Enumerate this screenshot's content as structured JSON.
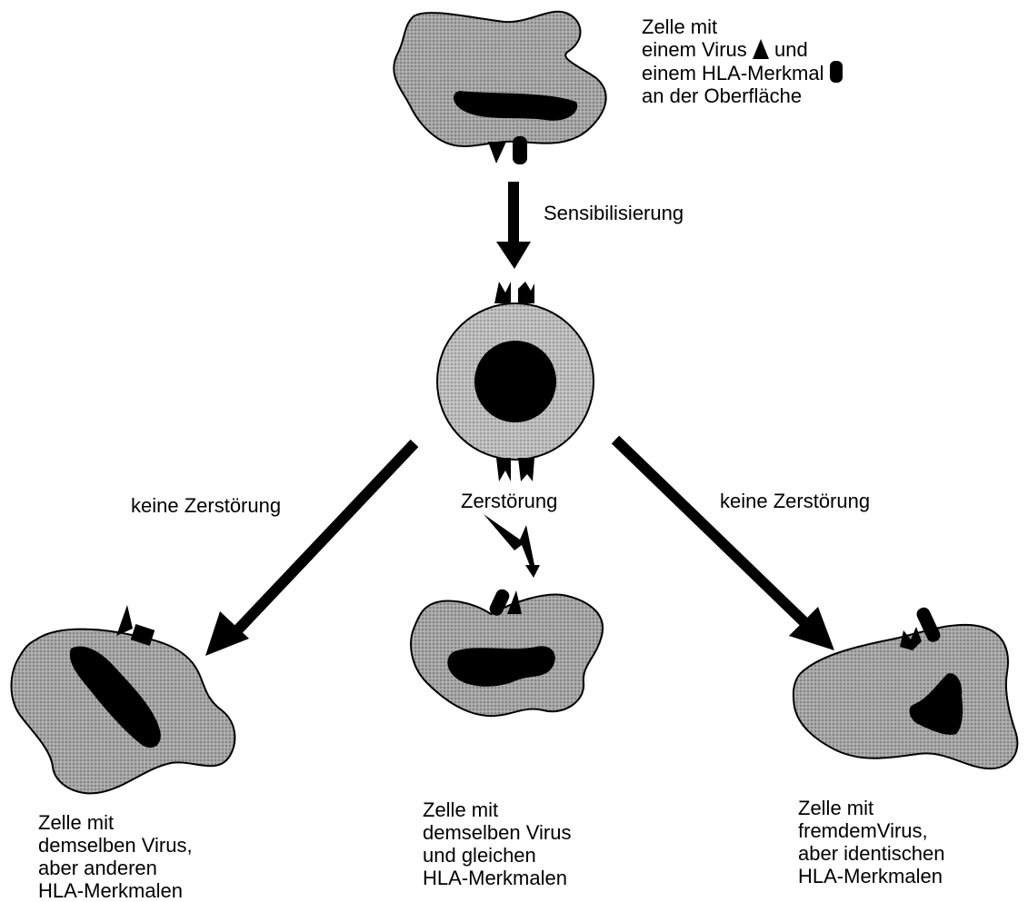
{
  "top_cell": {
    "lines": [
      "Zelle mit",
      "einem Virus",
      "und",
      "einem HLA-Merkmal",
      "an der Oberfläche"
    ]
  },
  "sensitization": {
    "label": "Sensibilisierung"
  },
  "outcomes": {
    "left": {
      "arrow_label": "keine Zerstörung",
      "lines": [
        "Zelle mit",
        "demselben Virus,",
        "aber anderen",
        "HLA-Merkmalen"
      ]
    },
    "middle": {
      "arrow_label": "Zerstörung",
      "lines": [
        "Zelle mit",
        "demselben Virus",
        "und gleichen",
        "HLA-Merkmalen"
      ]
    },
    "right": {
      "arrow_label": "keine Zerstörung",
      "lines": [
        "Zelle mit",
        "fremdemVirus,",
        "aber identischen",
        "HLA-Merkmalen"
      ]
    }
  },
  "colors": {
    "cell_fill": "#a6a6a6",
    "nucleus_fill": "#000000",
    "lymphocyte_fill": "#bdbdbd",
    "ink": "#000000"
  }
}
